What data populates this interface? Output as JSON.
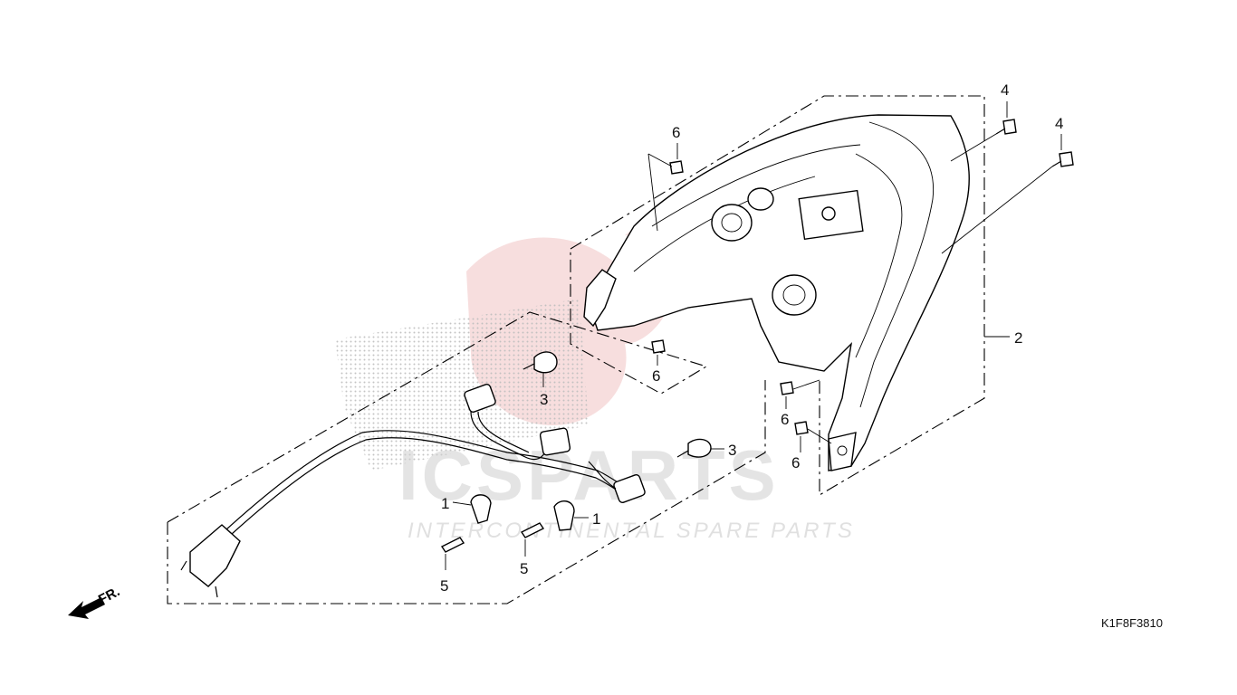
{
  "diagram": {
    "watermark": {
      "brand": "ICSPARTS",
      "tagline": "INTERCONTINENTAL SPARE PARTS"
    },
    "direction_label": "FR.",
    "diagram_code": "K1F8F3810",
    "callouts": [
      "1",
      "1",
      "2",
      "3",
      "3",
      "4",
      "4",
      "5",
      "5",
      "6",
      "6",
      "6",
      "6"
    ],
    "colors": {
      "line": "#000000",
      "watermark_red": "#e8a0a0",
      "watermark_grey": "#cfcfcf"
    }
  }
}
